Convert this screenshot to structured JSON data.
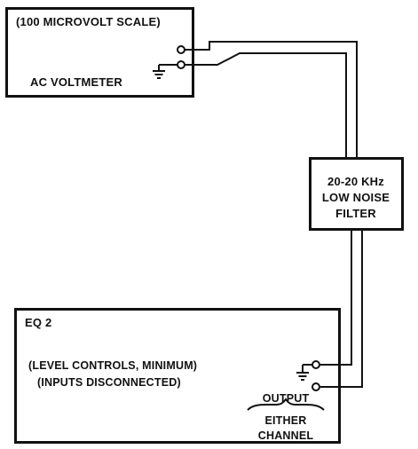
{
  "diagram": {
    "voltmeter": {
      "scale_label": "(100 MICROVOLT SCALE)",
      "name": "AC VOLTMETER"
    },
    "filter": {
      "line1": "20-20 KHz",
      "line2": "LOW NOISE",
      "line3": "FILTER"
    },
    "eq": {
      "name": "EQ 2",
      "note1": "(LEVEL CONTROLS, MINIMUM)",
      "note2": "(INPUTS DISCONNECTED)",
      "output_label": "OUTPUT",
      "channel_line1": "EITHER",
      "channel_line2": "CHANNEL"
    }
  }
}
